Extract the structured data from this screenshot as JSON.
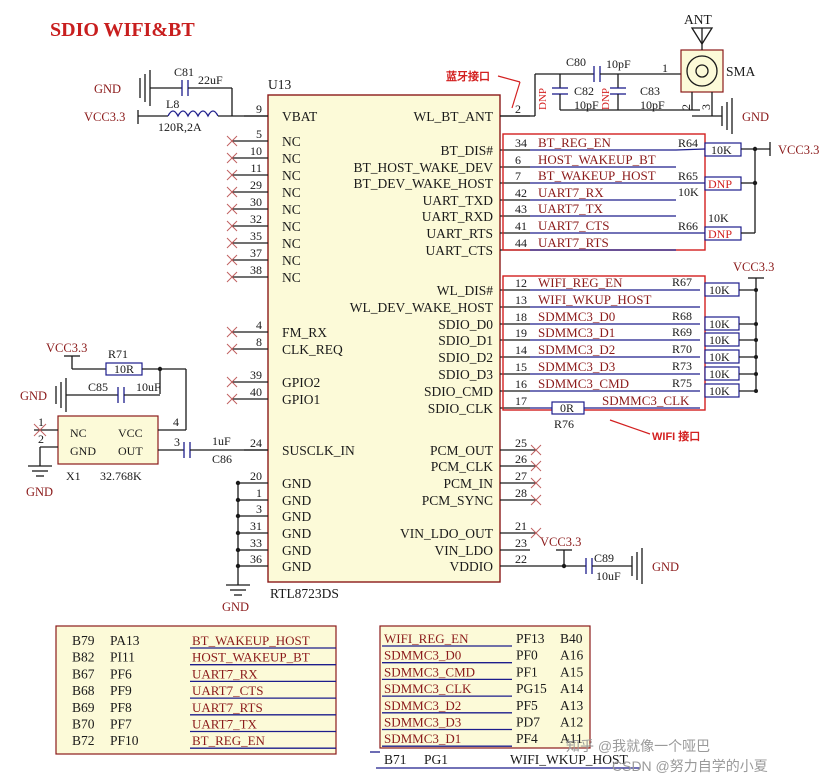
{
  "title": "SDIO WIFI&BT",
  "chip": {
    "ref": "U13",
    "part": "RTL8723DS"
  },
  "annotations": {
    "bt_interface": "蓝牙接口",
    "wifi_interface": "WIFI 接口"
  },
  "power": {
    "gnd": "GND",
    "vcc": "VCC3.3"
  },
  "components": {
    "c81": "C81",
    "c81_val": "22uF",
    "l8": "L8",
    "l8_val": "120R,2A",
    "c80": "C80",
    "c80_val": "10pF",
    "c82": "C82",
    "c82_val": "10pF",
    "c83": "C83",
    "c83_val": "10pF",
    "dnp": "DNP",
    "ant": "ANT",
    "sma": "SMA",
    "r71": "R71",
    "r71_val": "10R",
    "c85": "C85",
    "c85_val": "10uF",
    "c86": "C86",
    "c86_val": "1uF",
    "x1": "X1",
    "x1_val": "32.768K",
    "osc_nc": "NC",
    "osc_vcc": "VCC",
    "osc_gnd": "GND",
    "osc_out": "OUT",
    "r64": "R64",
    "r65": "R65",
    "r66": "R66",
    "r67": "R67",
    "r68": "R68",
    "r69": "R69",
    "r70": "R70",
    "r73": "R73",
    "r75": "R75",
    "r76": "R76",
    "val_10k": "10K",
    "val_0r": "0R",
    "c89": "C89",
    "c89_val": "10uF"
  },
  "left_pins": [
    {
      "num": "9",
      "name": "VBAT"
    },
    {
      "num": "5",
      "name": "NC"
    },
    {
      "num": "10",
      "name": "NC"
    },
    {
      "num": "11",
      "name": "NC"
    },
    {
      "num": "29",
      "name": "NC"
    },
    {
      "num": "30",
      "name": "NC"
    },
    {
      "num": "32",
      "name": "NC"
    },
    {
      "num": "35",
      "name": "NC"
    },
    {
      "num": "37",
      "name": "NC"
    },
    {
      "num": "38",
      "name": "NC"
    },
    {
      "num": "4",
      "name": "FM_RX"
    },
    {
      "num": "8",
      "name": "CLK_REQ"
    },
    {
      "num": "39",
      "name": "GPIO2"
    },
    {
      "num": "40",
      "name": "GPIO1"
    },
    {
      "num": "24",
      "name": "SUSCLK_IN"
    },
    {
      "num": "20",
      "name": "GND"
    },
    {
      "num": "1",
      "name": "GND"
    },
    {
      "num": "3",
      "name": "GND"
    },
    {
      "num": "31",
      "name": "GND"
    },
    {
      "num": "33",
      "name": "GND"
    },
    {
      "num": "36",
      "name": "GND"
    }
  ],
  "right_pins": [
    {
      "num": "2",
      "name": "WL_BT_ANT"
    },
    {
      "num": "34",
      "name": "BT_DIS#"
    },
    {
      "num": "6",
      "name": "BT_HOST_WAKE_DEV"
    },
    {
      "num": "7",
      "name": "BT_DEV_WAKE_HOST"
    },
    {
      "num": "42",
      "name": "UART_TXD"
    },
    {
      "num": "43",
      "name": "UART_RXD"
    },
    {
      "num": "41",
      "name": "UART_RTS"
    },
    {
      "num": "44",
      "name": "UART_CTS"
    },
    {
      "num": "12",
      "name": "WL_DIS#"
    },
    {
      "num": "13",
      "name": "WL_DEV_WAKE_HOST"
    },
    {
      "num": "18",
      "name": "SDIO_D0"
    },
    {
      "num": "19",
      "name": "SDIO_D1"
    },
    {
      "num": "14",
      "name": "SDIO_D2"
    },
    {
      "num": "15",
      "name": "SDIO_D3"
    },
    {
      "num": "16",
      "name": "SDIO_CMD"
    },
    {
      "num": "17",
      "name": "SDIO_CLK"
    },
    {
      "num": "25",
      "name": "PCM_OUT"
    },
    {
      "num": "26",
      "name": "PCM_CLK"
    },
    {
      "num": "27",
      "name": "PCM_IN"
    },
    {
      "num": "28",
      "name": "PCM_SYNC"
    },
    {
      "num": "21",
      "name": "VIN_LDO_OUT"
    },
    {
      "num": "23",
      "name": "VIN_LDO"
    },
    {
      "num": "22",
      "name": "VDDIO"
    }
  ],
  "bt_nets": [
    "BT_REG_EN",
    "HOST_WAKEUP_BT",
    "BT_WAKEUP_HOST",
    "UART7_RX",
    "UART7_TX",
    "UART7_CTS",
    "UART7_RTS"
  ],
  "wifi_nets": [
    "WIFI_REG_EN",
    "WIFI_WKUP_HOST",
    "SDMMC3_D0",
    "SDMMC3_D1",
    "SDMMC3_D2",
    "SDMMC3_D3",
    "SDMMC3_CMD",
    "SDMMC3_CLK"
  ],
  "bt_table": [
    {
      "ball": "B79",
      "port": "PA13",
      "net": "BT_WAKEUP_HOST"
    },
    {
      "ball": "B82",
      "port": "PI11",
      "net": "HOST_WAKEUP_BT"
    },
    {
      "ball": "B67",
      "port": "PF6",
      "net": "UART7_RX"
    },
    {
      "ball": "B68",
      "port": "PF9",
      "net": "UART7_CTS"
    },
    {
      "ball": "B69",
      "port": "PF8",
      "net": "UART7_RTS"
    },
    {
      "ball": "B70",
      "port": "PF7",
      "net": "UART7_TX"
    },
    {
      "ball": "B72",
      "port": "PF10",
      "net": "BT_REG_EN"
    }
  ],
  "wifi_table": [
    {
      "net": "WIFI_REG_EN",
      "port": "PF13",
      "ball": "B40"
    },
    {
      "net": "SDMMC3_D0",
      "port": "PF0",
      "ball": "A16"
    },
    {
      "net": "SDMMC3_CMD",
      "port": "PF1",
      "ball": "A15"
    },
    {
      "net": "SDMMC3_CLK",
      "port": "PG15",
      "ball": "A14"
    },
    {
      "net": "SDMMC3_D2",
      "port": "PF5",
      "ball": "A13"
    },
    {
      "net": "SDMMC3_D3",
      "port": "PD7",
      "ball": "A12"
    },
    {
      "net": "SDMMC3_D1",
      "port": "PF4",
      "ball": "A11"
    }
  ],
  "wifi_last": {
    "ball": "B71",
    "port": "PG1",
    "net": "WIFI_WKUP_HOST"
  },
  "watermark": {
    "line1": "知乎 @我就像一个哑巴",
    "line2": "CSDN @努力自学的小夏"
  }
}
